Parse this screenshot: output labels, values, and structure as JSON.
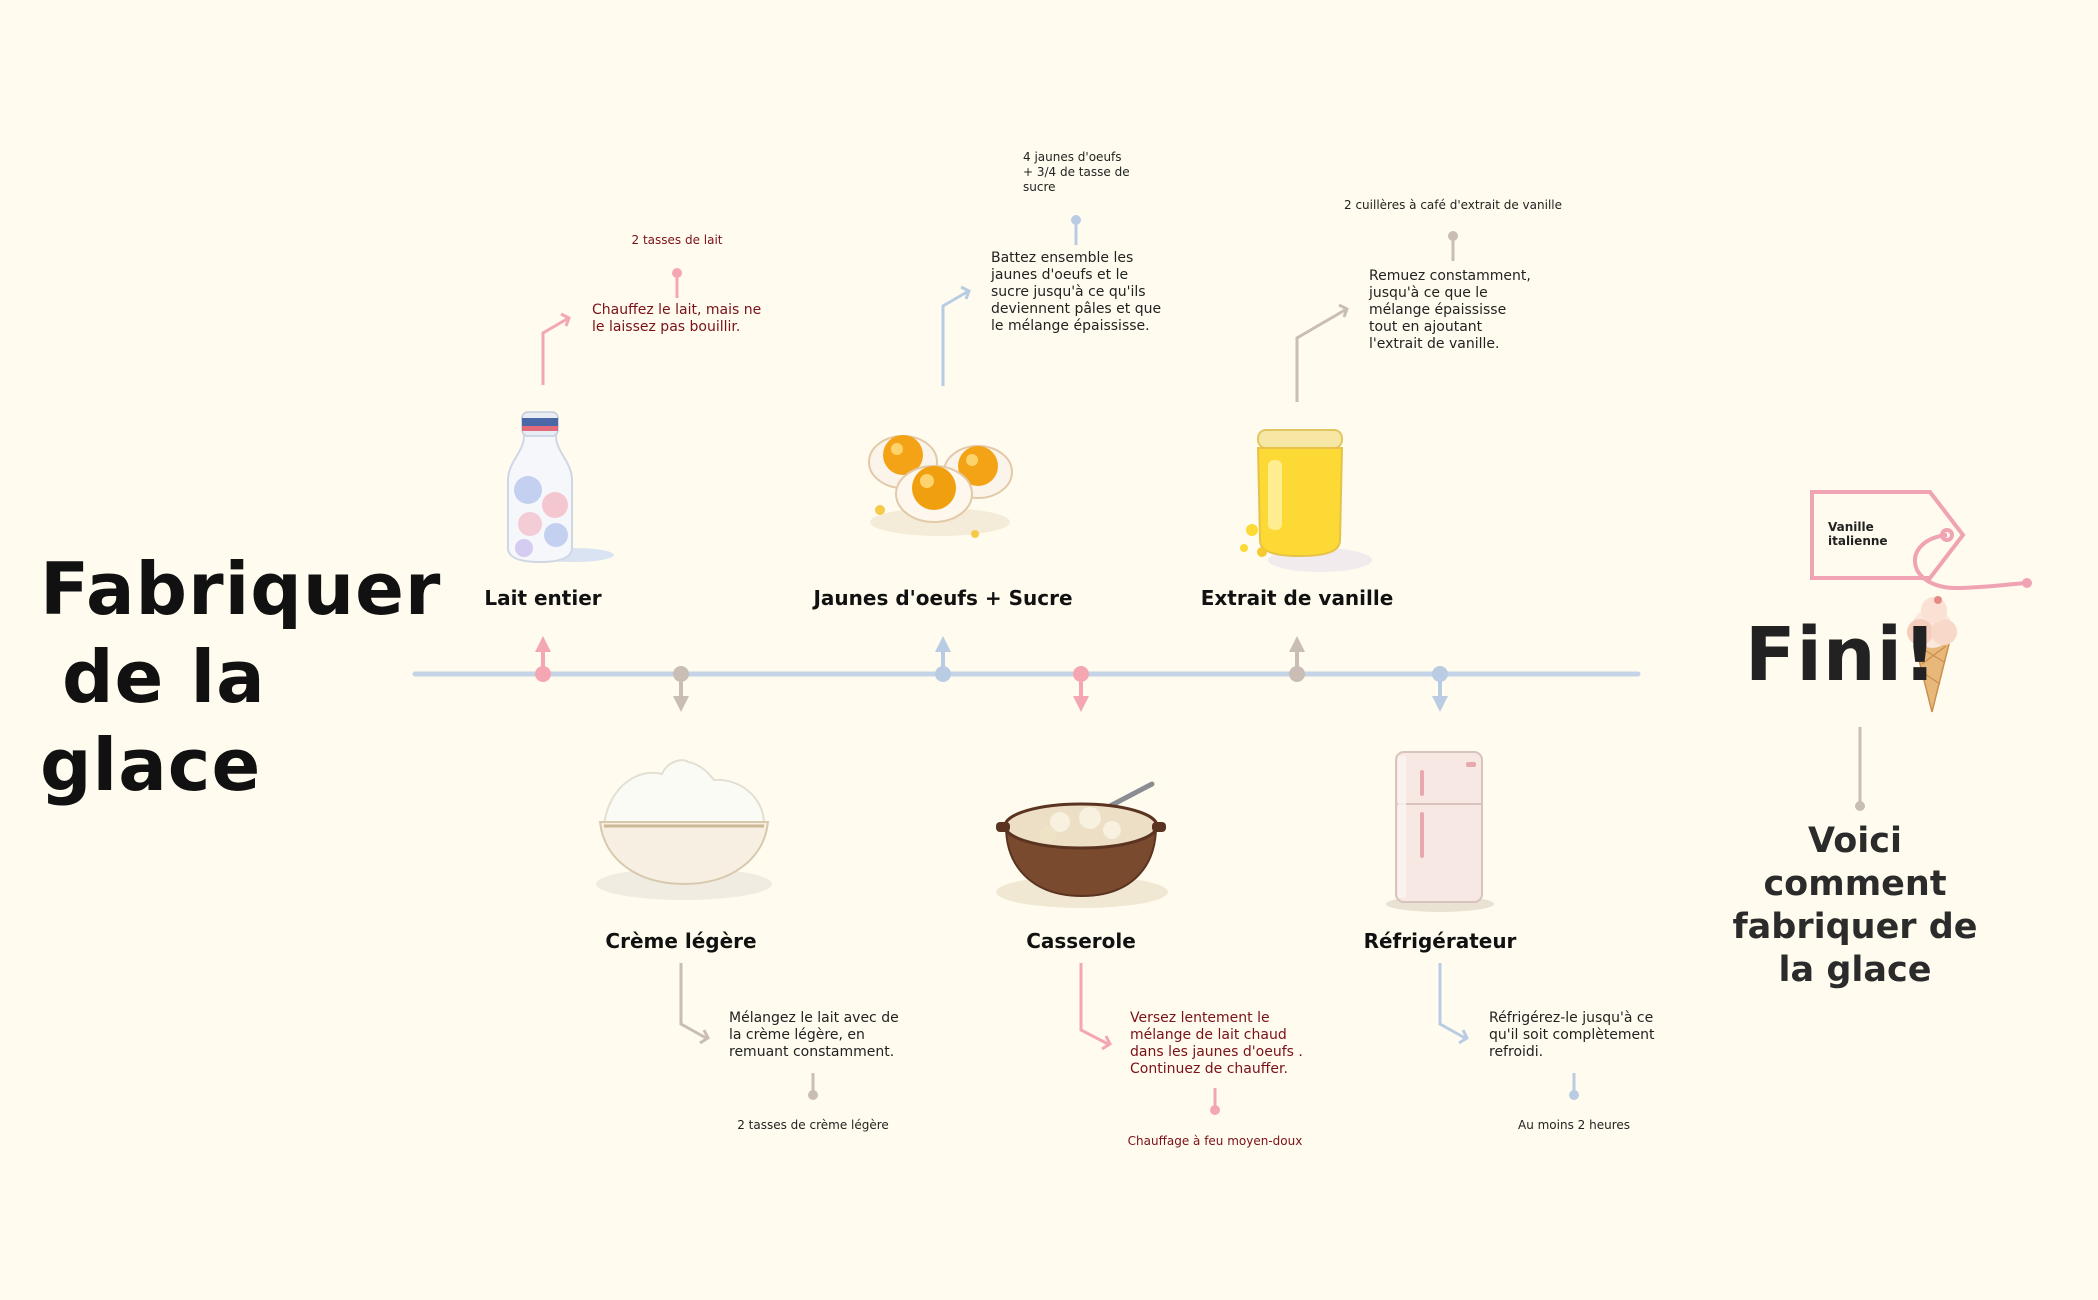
{
  "title": {
    "line1": "Fabriquer",
    "line2": "de la",
    "line3": "glace"
  },
  "steps": [
    {
      "label": "Lait entier",
      "note": "Chauffez le lait, mais ne le laissez pas bouillir.",
      "detail": "2 tasses de lait"
    },
    {
      "label": "Crème légère",
      "note": "Mélangez le lait avec de la crème légère, en remuant constamment.",
      "detail": "2 tasses de crème légère"
    },
    {
      "label": "Jaunes d'oeufs + Sucre",
      "note": "Battez ensemble les jaunes d'oeufs et le sucre jusqu'à ce qu'ils deviennent pâles et que le mélange épaississe.",
      "detail": "4 jaunes d'oeufs + 3/4 de tasse de sucre"
    },
    {
      "label": "Casserole",
      "note": "Versez lentement le mélange de lait chaud dans les jaunes d'oeufs . Continuez de chauffer.",
      "detail": "Chauffage à feu moyen-doux"
    },
    {
      "label": "Extrait de vanille",
      "note": "Remuez constamment, jusqu'à ce que le mélange épaississe tout en ajoutant l'extrait de vanille.",
      "detail": "2 cuillères à café d'extrait de vanille"
    },
    {
      "label": "Réfrigérateur",
      "note": "Réfrigérez-le jusqu'à ce qu'il soit complètement refroidi.",
      "detail": "Au moins 2 heures"
    }
  ],
  "finish": {
    "title": "Fini!",
    "tag": "Vanille italienne",
    "subtitle": "Voici comment fabriquer de la glace"
  },
  "colors": {
    "background": "#fffcef",
    "timeline": "#c5d3e6",
    "pink": "#f4a6b3",
    "grey": "#c9bdb6",
    "blue": "#b9cce3",
    "dark_red": "#7a1018"
  },
  "icons": [
    "milk-bottle-icon",
    "whipped-cream-bowl-icon",
    "eggs-icon",
    "saucepan-icon",
    "vanilla-jar-icon",
    "refrigerator-icon",
    "ice-cream-cone-icon",
    "price-tag-icon"
  ]
}
